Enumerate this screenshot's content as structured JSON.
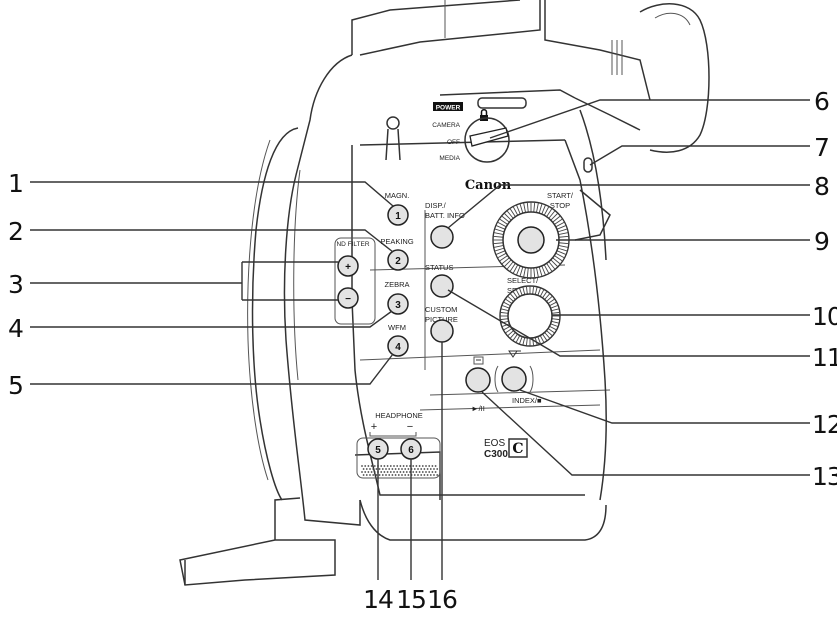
{
  "callouts": [
    {
      "n": "1"
    },
    {
      "n": "2"
    },
    {
      "n": "3"
    },
    {
      "n": "4"
    },
    {
      "n": "5"
    },
    {
      "n": "6"
    },
    {
      "n": "7"
    },
    {
      "n": "8"
    },
    {
      "n": "9"
    },
    {
      "n": "10"
    },
    {
      "n": "11"
    },
    {
      "n": "12"
    },
    {
      "n": "13"
    },
    {
      "n": "14"
    },
    {
      "n": "15"
    },
    {
      "n": "16"
    }
  ],
  "labels": {
    "power": "POWER",
    "camera": "CAMERA",
    "off": "OFF",
    "media": "MEDIA",
    "brand": "Canon",
    "magn": "MAGN.",
    "peaking": "PEAKING",
    "nd_filter": "ND FILTER",
    "zebra": "ZEBRA",
    "wfm": "WFM",
    "disp_1": "DISP./",
    "disp_2": "BATT. INFO",
    "status": "STATUS",
    "custom_1": "CUSTOM",
    "custom_2": "PICTURE",
    "start_1": "START/",
    "start_2": "STOP",
    "select_1": "SELECT/",
    "select_2": "SET",
    "index_stop": "INDEX/■",
    "play_pause": "►/II",
    "headphone": "HEADPHONE",
    "hp_plus": "+",
    "hp_minus": "−",
    "model_1": "EOS",
    "model_2": "C300",
    "model_badge": "C"
  },
  "buttons": {
    "b1": "1",
    "b2": "2",
    "b3": "3",
    "b4": "4",
    "b5": "5",
    "b6": "6",
    "nd_plus": "+",
    "nd_minus": "−"
  },
  "colors": {
    "line": "#333333",
    "button_fill": "#e3e3e3",
    "body_shade": "#f4f4f4"
  }
}
